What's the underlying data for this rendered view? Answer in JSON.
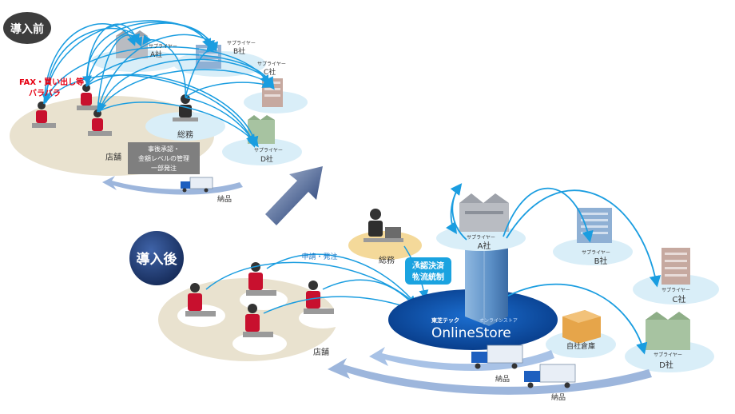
{
  "before": {
    "badge": "導入前",
    "problem_line1": "FAX・買い出し等",
    "problem_line2": "バラバラ",
    "store_label": "店舗",
    "general_affairs_label": "総務",
    "note_line1": "事後承認・",
    "note_line2": "金額レベルの管理",
    "note_line3": "一部発注",
    "delivery_label": "納品",
    "suppliers": [
      {
        "small": "サプライヤー",
        "name": "A社"
      },
      {
        "small": "サプライヤー",
        "name": "B社"
      },
      {
        "small": "サプライヤー",
        "name": "C社"
      },
      {
        "small": "サプライヤー",
        "name": "D社"
      }
    ]
  },
  "after": {
    "badge": "導入後",
    "request_label": "申請・発注",
    "general_affairs_label": "総務",
    "approval_line1": "承認決済",
    "approval_line2": "物流統制",
    "store_label": "店舗",
    "brand_small": "東芝テック",
    "brand_sub": "オンラインストア",
    "brand_main": "OnlineStore",
    "warehouse_label": "自社倉庫",
    "delivery_label_1": "納品",
    "delivery_label_2": "納品",
    "suppliers": [
      {
        "small": "サプライヤー",
        "name": "A社"
      },
      {
        "small": "サプライヤー",
        "name": "B社"
      },
      {
        "small": "サプライヤー",
        "name": "C社"
      },
      {
        "small": "サプライヤー",
        "name": "D社"
      }
    ]
  },
  "colors": {
    "arrow_blue": "#1a9de0",
    "badge_navy": "#1f3a73",
    "ellipse_sand": "#e9e2cf",
    "ellipse_light_blue": "#d9eef8",
    "online_store_blue": "#0a4fa8",
    "problem_red": "#e60012"
  }
}
